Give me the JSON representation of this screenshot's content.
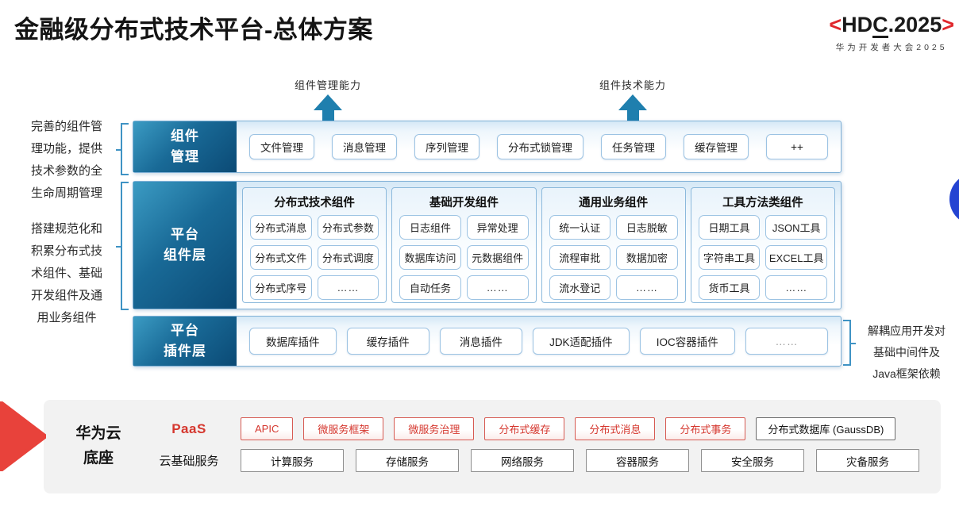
{
  "title": "金融级分布式技术平台-总体方案",
  "logo": {
    "open": "<",
    "hd": "HD",
    "c": "C",
    "year": ".2025",
    "close": ">",
    "subtitle": "华为开发者大会2025"
  },
  "capability_arrows": [
    {
      "label": "组件管理能力"
    },
    {
      "label": "组件技术能力"
    }
  ],
  "left_notes": [
    {
      "text": "完善的组件管\n理功能，提供\n技术参数的全\n生命周期管理"
    },
    {
      "text": "搭建规范化和\n积累分布式技\n术组件、基础\n开发组件及通\n用业务组件"
    }
  ],
  "right_note": {
    "text": "解耦应用开发对\n基础中间件及\nJava框架依赖"
  },
  "layers": {
    "component_mgmt": {
      "label": "组件\n管理",
      "chips": [
        "文件管理",
        "消息管理",
        "序列管理",
        "分布式锁管理",
        "任务管理",
        "缓存管理",
        "++"
      ]
    },
    "platform_components": {
      "label": "平台\n组件层",
      "groups": [
        {
          "title": "分布式技术组件",
          "chips": [
            "分布式消息",
            "分布式参数",
            "分布式文件",
            "分布式调度",
            "分布式序号",
            "……"
          ]
        },
        {
          "title": "基础开发组件",
          "chips": [
            "日志组件",
            "异常处理",
            "数据库访问",
            "元数据组件",
            "自动任务",
            "……"
          ]
        },
        {
          "title": "通用业务组件",
          "chips": [
            "统一认证",
            "日志脱敏",
            "流程审批",
            "数据加密",
            "流水登记",
            "……"
          ]
        },
        {
          "title": "工具方法类组件",
          "chips": [
            "日期工具",
            "JSON工具",
            "字符串工具",
            "EXCEL工具",
            "货币工具",
            "……"
          ]
        }
      ]
    },
    "platform_plugins": {
      "label": "平台\n插件层",
      "chips": [
        "数据库插件",
        "缓存插件",
        "消息插件",
        "JDK适配插件",
        "IOC容器插件",
        "……"
      ]
    }
  },
  "foundation": {
    "label": "华为云\n底座",
    "paas": {
      "label": "PaaS",
      "chips": [
        "APIC",
        "微服务框架",
        "微服务治理",
        "分布式缓存",
        "分布式消息",
        "分布式事务"
      ],
      "db_chip": "分布式数据库 (GaussDB)"
    },
    "iaas": {
      "label": "云基础服务",
      "chips": [
        "计算服务",
        "存储服务",
        "网络服务",
        "容器服务",
        "安全服务",
        "灾备服务"
      ]
    }
  },
  "colors": {
    "teal_label": "#0b4a75",
    "arrow_teal": "#1f7fae",
    "bracket_blue": "#3f93c4",
    "chip_border_blue": "#9cc3e3",
    "accent_red": "#d5372e",
    "wedge_red": "#e8423b",
    "circle_blue": "#2444d2",
    "panel_gray": "#f2f2f2"
  }
}
